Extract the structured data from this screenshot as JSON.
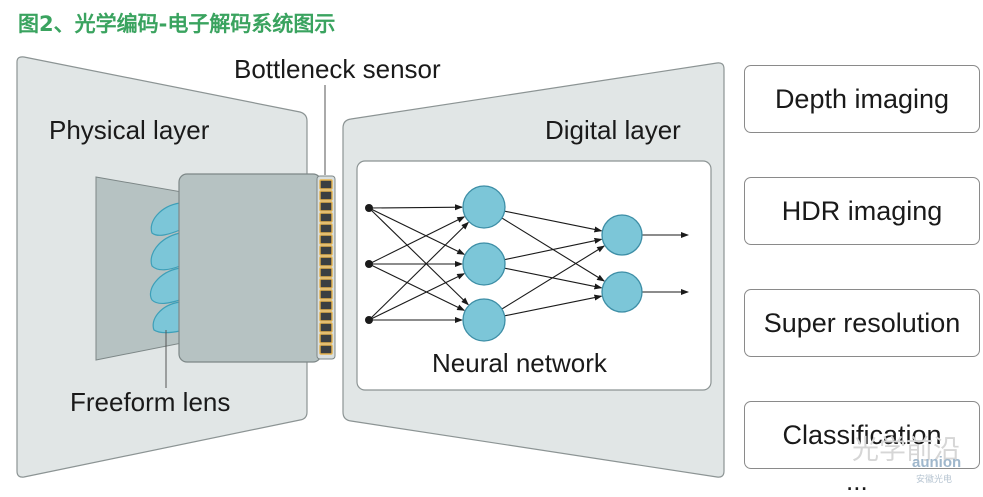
{
  "figure": {
    "title": "图2、光学编码-电子解码系统图示"
  },
  "labels": {
    "bottleneck_sensor": "Bottleneck sensor",
    "physical_layer": "Physical layer",
    "digital_layer": "Digital layer",
    "neural_network": "Neural network",
    "freeform_lens": "Freeform lens"
  },
  "applications": [
    "Depth imaging",
    "HDR imaging",
    "Super resolution",
    "Classification"
  ],
  "more": "...",
  "watermark": {
    "text": "光学前沿",
    "brand": "aunion",
    "sub": "安徽光电"
  },
  "colors": {
    "title_green": "#3aa35f",
    "panel_fill": "#e1e6e6",
    "lens_cyan": "#7cc6d8",
    "node_cyan": "#7cc6d8",
    "sensor_pixel": "#e7b34c"
  }
}
